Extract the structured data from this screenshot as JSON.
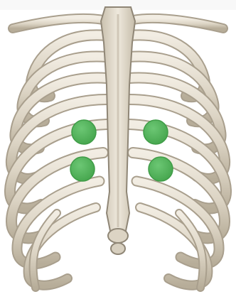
{
  "image": {
    "subject": "rib-cage",
    "palette": {
      "background": "#ffffff",
      "bone_light": "#ece6da",
      "bone_mid": "#d7cfbf",
      "bone_shadow": "#a99f8d",
      "bone_outline": "#8f8676",
      "marker": "#52b55a",
      "marker_edge": "#3f9c47"
    }
  },
  "markers": [
    {
      "id": "upper-left"
    },
    {
      "id": "upper-right"
    },
    {
      "id": "lower-left"
    },
    {
      "id": "lower-right"
    }
  ]
}
